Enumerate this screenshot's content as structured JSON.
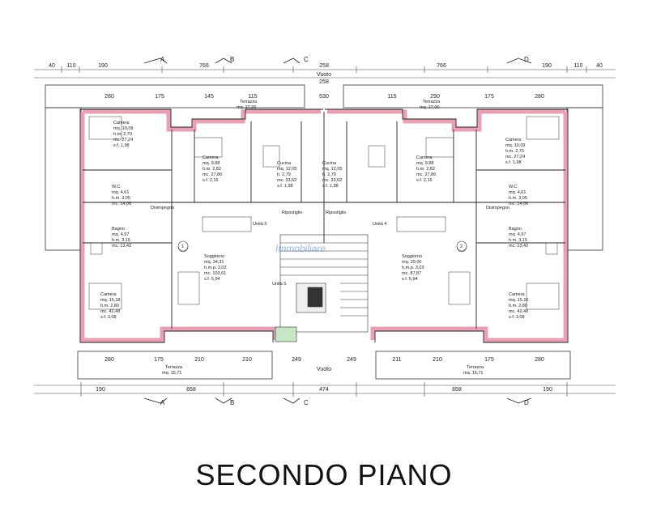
{
  "title": "SECONDO PIANO",
  "watermark": "Immobiliare",
  "colors": {
    "wall": "#e8a0b4",
    "line": "#222222",
    "stair": "#c6e6c6"
  },
  "sections": {
    "a": "A",
    "b": "B",
    "c": "C",
    "d": "D"
  },
  "dimensions": {
    "top_row1": [
      "40",
      "110",
      "190",
      "766",
      "258",
      "766",
      "190",
      "110",
      "40"
    ],
    "top_row2": [
      "280",
      "175",
      "145",
      "115",
      "530",
      "115",
      "290",
      "175",
      "280"
    ],
    "bottom_row1": [
      "280",
      "175",
      "210",
      "210",
      "249",
      "249",
      "211",
      "210",
      "175",
      "280"
    ],
    "bottom_row2": [
      "190",
      "658",
      "474",
      "658",
      "190"
    ],
    "center_top": "258",
    "vuoto_top": "Vuoto",
    "vuoto_bottom": "Vuoto"
  },
  "terraces": {
    "top_left": [
      "Terrazza",
      "mq. 27,00"
    ],
    "top_right": [
      "Terrazza",
      "mq. 27,00"
    ],
    "bottom_left": [
      "Terrazza",
      "mq. 15,71"
    ],
    "bottom_right": [
      "Terrazza",
      "mq. 15,71"
    ]
  },
  "rooms": {
    "camera_tl": [
      "Camera",
      "mq. 10,09",
      "h.m. 2,70",
      "mc. 27,24",
      "s.f. 1,98"
    ],
    "camera_tl2": [
      "Camera",
      "mq. 9,88",
      "h.m. 2,82",
      "mc. 27,86",
      "s.f. 2,16"
    ],
    "cucina_l": [
      "Cucina",
      "mq. 12,05",
      "h. 2,79",
      "mc. 33,62",
      "s.f. 1,98"
    ],
    "cucina_r": [
      "Cucina",
      "mq. 12,05",
      "h. 2,79",
      "mc. 33,62",
      "s.f. 1,98"
    ],
    "camera_tr2": [
      "Camera",
      "mq. 9,88",
      "h.m. 2,82",
      "mc. 27,86",
      "s.f. 2,16"
    ],
    "camera_tr": [
      "Camera",
      "mq. 10,09",
      "h.m. 2,70",
      "mc. 27,24",
      "s.f. 1,98"
    ],
    "wc_l": [
      "W.C.",
      "mq. 4,61",
      "h.m. 3,05",
      "mc. 14,06"
    ],
    "wc_r": [
      "W.C.",
      "mq. 4,61",
      "h.m. 3,05",
      "mc. 14,06"
    ],
    "bagno_l": [
      "Bagno",
      "mq. 4,97",
      "h.m. 3,15",
      "mc. 13,42"
    ],
    "bagno_r": [
      "Bagno",
      "mq. 4,97",
      "h.m. 3,15",
      "mc. 13,42"
    ],
    "soggiorno_l": [
      "Soggiorno",
      "mq. 34,31",
      "h.m.p. 3,02",
      "mc. 103,61",
      "s.f. 5,94"
    ],
    "soggiorno_r": [
      "Soggiorno",
      "mq. 29,00",
      "h.m.p. 3,03",
      "mc. 87,87",
      "s.f. 5,94"
    ],
    "camera_bl": [
      "Camera",
      "mq. 15,18",
      "h.m. 2,80",
      "mc. 42,48",
      "s.f. 3,08"
    ],
    "camera_br": [
      "Camera",
      "mq. 15,16",
      "h.m. 2,80",
      "mc. 42,48",
      "s.f. 3,08"
    ],
    "unita_l": "Unità 5",
    "unita_r": "Unità 4",
    "disimpegno_l": "Disimpegno",
    "disimpegno_r": "Disimpegno",
    "ripostiglio_l": "Ripostiglio",
    "ripostiglio_r": "Ripostiglio"
  },
  "markers": {
    "unit_left": "1",
    "unit_right": "2"
  }
}
